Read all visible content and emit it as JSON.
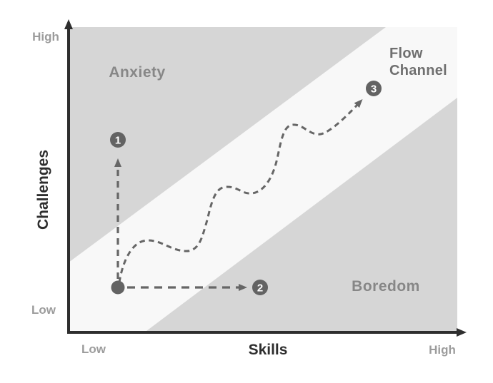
{
  "axes": {
    "x": {
      "label": "Skills",
      "min_label": "Low",
      "max_label": "High"
    },
    "y": {
      "label": "Challenges",
      "min_label": "Low",
      "max_label": "High"
    }
  },
  "regions": {
    "anxiety": "Anxiety",
    "boredom": "Boredom",
    "flow_line1": "Flow",
    "flow_line2": "Channel"
  },
  "markers": {
    "point1": "1",
    "point2": "2",
    "point3": "3"
  },
  "colors": {
    "region_gray": "#d6d6d6",
    "channel_bg": "#f8f8f8",
    "axis": "#2e2e2e",
    "tick_label": "#9c9c9c",
    "region_label": "#878787",
    "flow_label": "#6f6f6f",
    "marker": "#636363",
    "path": "#666666",
    "background": "#ffffff"
  }
}
